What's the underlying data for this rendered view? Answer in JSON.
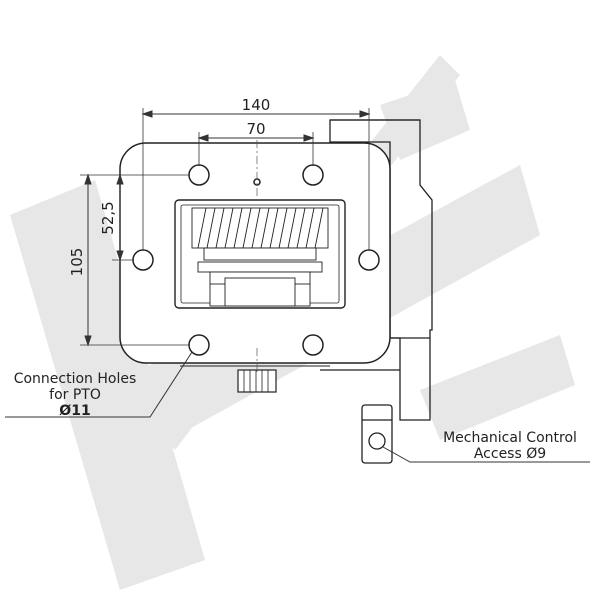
{
  "dimensions": {
    "width_outer": "140",
    "width_inner": "70",
    "height_outer": "105",
    "height_inner": "52,5"
  },
  "callouts": {
    "connection_holes": {
      "line1": "Connection Holes",
      "line2": "for PTO",
      "line3": "Ø11"
    },
    "mechanical_control": {
      "line1": "Mechanical Control",
      "line2": "Access  Ø9"
    }
  },
  "watermark": {
    "text": "HK",
    "color": "#e8e8e8"
  },
  "colors": {
    "line": "#222222",
    "dim_line": "#444444",
    "watermark": "#e6e6e6"
  }
}
